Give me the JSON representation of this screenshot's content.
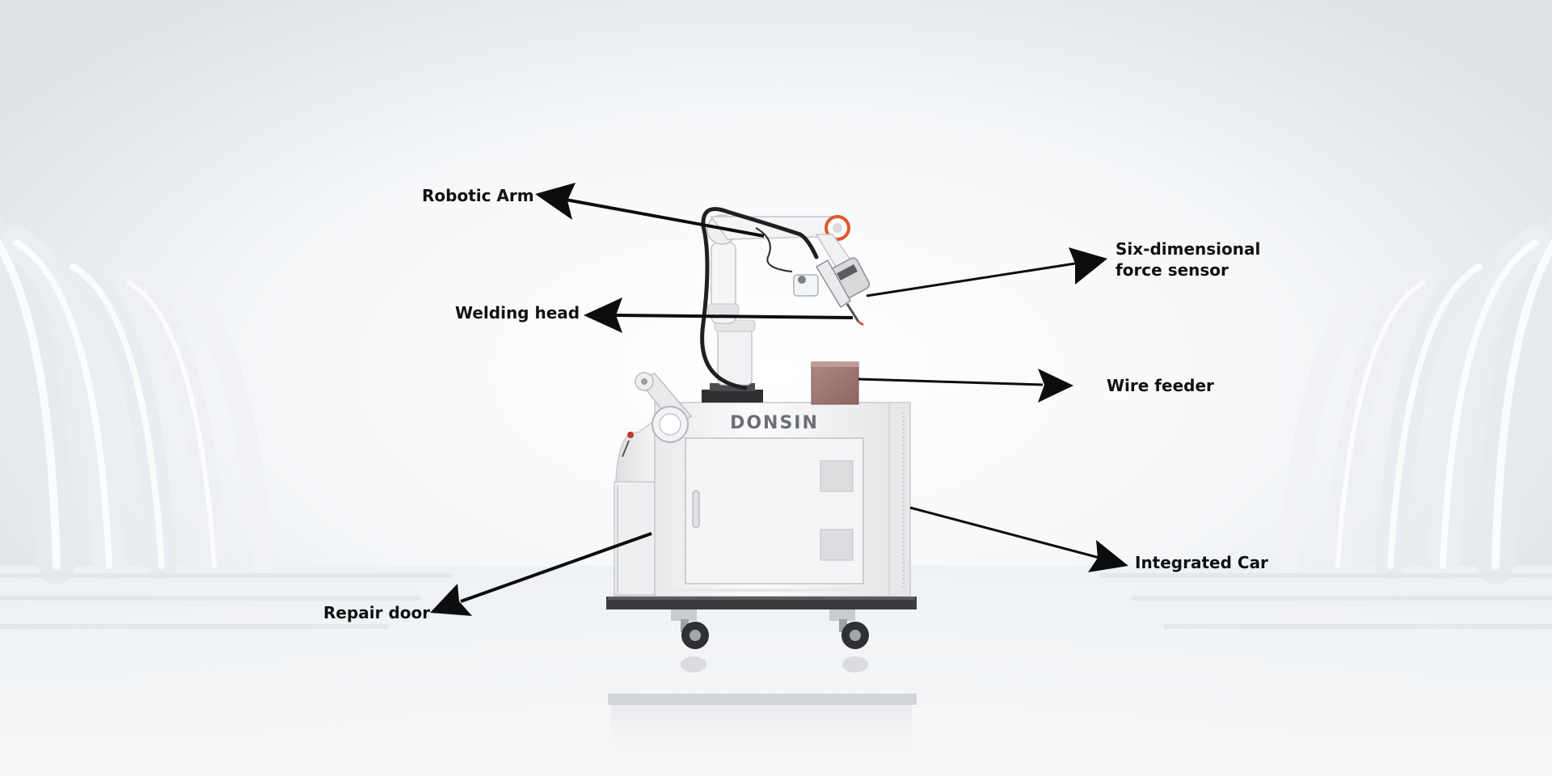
{
  "brand": {
    "text": "DONSIN"
  },
  "labels": {
    "robotic_arm": "Robotic Arm",
    "welding_head": "Welding head",
    "force_sensor_line1": "Six-dimensional",
    "force_sensor_line2": "force sensor",
    "wire_feeder": "Wire feeder",
    "integrated_car": "Integrated Car",
    "repair_door": "Repair door"
  },
  "colors": {
    "arrow": "#0d0d0d",
    "machine_body": "#f2f3f4",
    "base_plate": "#3a3b3d",
    "wire_feeder_box": "#a87c78",
    "joint_accent": "#e2562a",
    "brand_text": "#6b6f74"
  }
}
